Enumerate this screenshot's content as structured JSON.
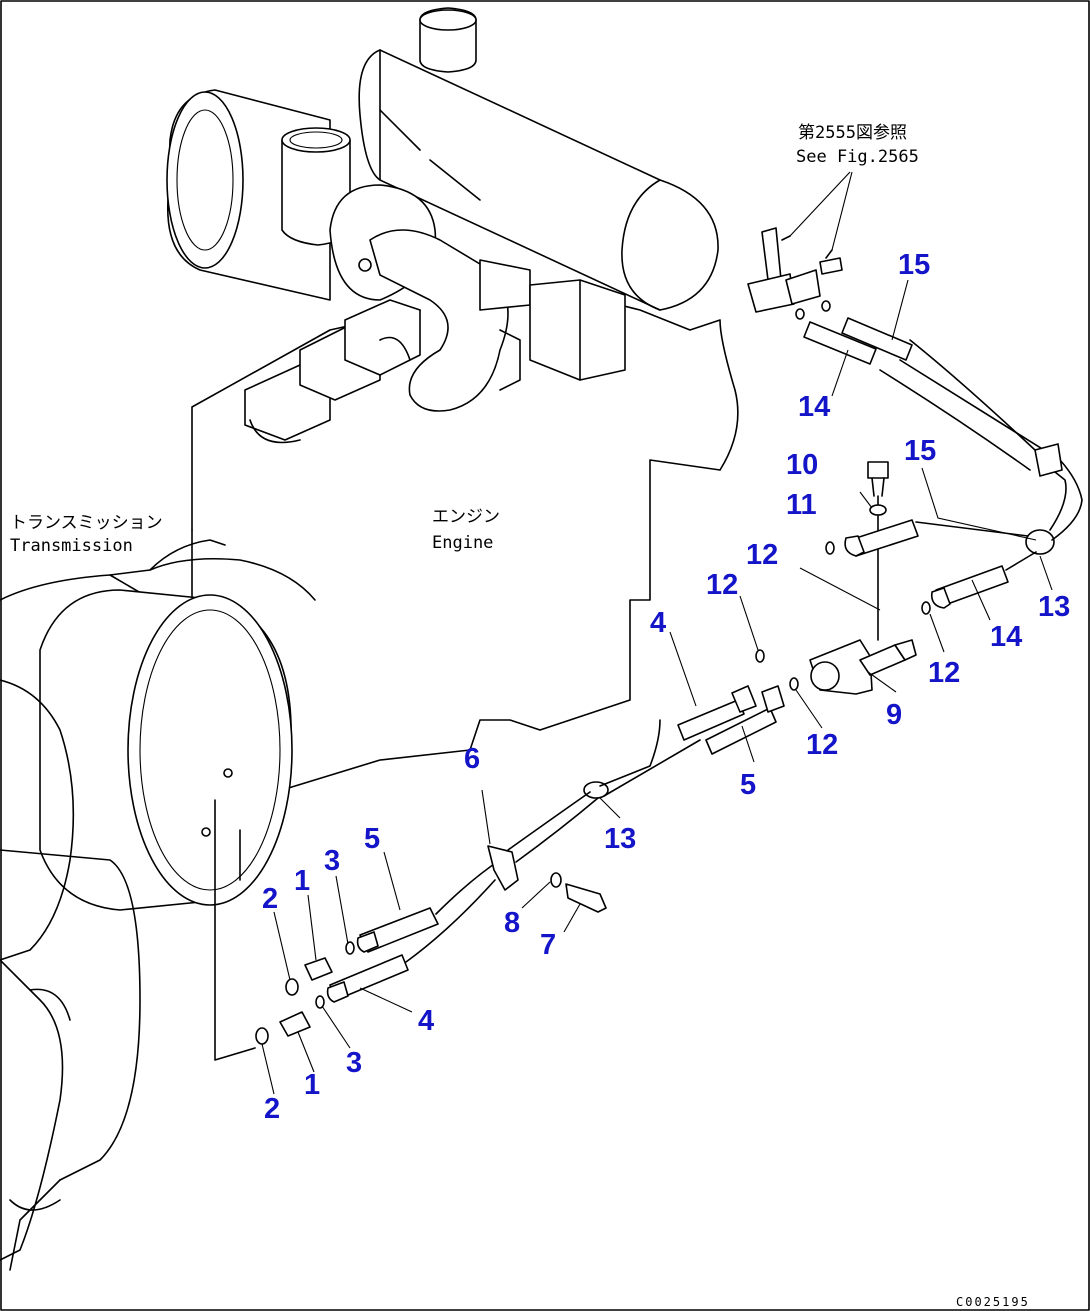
{
  "notes": {
    "ref_jp": "第2555図参照",
    "ref_en": "See Fig.2565",
    "transmission_jp": "トランスミッション",
    "transmission_en": "Transmission",
    "engine_jp": "エンジン",
    "engine_en": "Engine"
  },
  "callouts": [
    {
      "id": "c1a",
      "text": "1"
    },
    {
      "id": "c1b",
      "text": "1"
    },
    {
      "id": "c2a",
      "text": "2"
    },
    {
      "id": "c2b",
      "text": "2"
    },
    {
      "id": "c3a",
      "text": "3"
    },
    {
      "id": "c3b",
      "text": "3"
    },
    {
      "id": "c4a",
      "text": "4"
    },
    {
      "id": "c4b",
      "text": "4"
    },
    {
      "id": "c5a",
      "text": "5"
    },
    {
      "id": "c5b",
      "text": "5"
    },
    {
      "id": "c6",
      "text": "6"
    },
    {
      "id": "c7",
      "text": "7"
    },
    {
      "id": "c8",
      "text": "8"
    },
    {
      "id": "c9",
      "text": "9"
    },
    {
      "id": "c10",
      "text": "10"
    },
    {
      "id": "c11",
      "text": "11"
    },
    {
      "id": "c12a",
      "text": "12"
    },
    {
      "id": "c12b",
      "text": "12"
    },
    {
      "id": "c12c",
      "text": "12"
    },
    {
      "id": "c12d",
      "text": "12"
    },
    {
      "id": "c13a",
      "text": "13"
    },
    {
      "id": "c13b",
      "text": "13"
    },
    {
      "id": "c14a",
      "text": "14"
    },
    {
      "id": "c14b",
      "text": "14"
    },
    {
      "id": "c15a",
      "text": "15"
    },
    {
      "id": "c15b",
      "text": "15"
    }
  ],
  "drawing_code": "C0025195",
  "colors": {
    "callout": "#1414c8",
    "line": "#000000",
    "background": "#ffffff"
  }
}
